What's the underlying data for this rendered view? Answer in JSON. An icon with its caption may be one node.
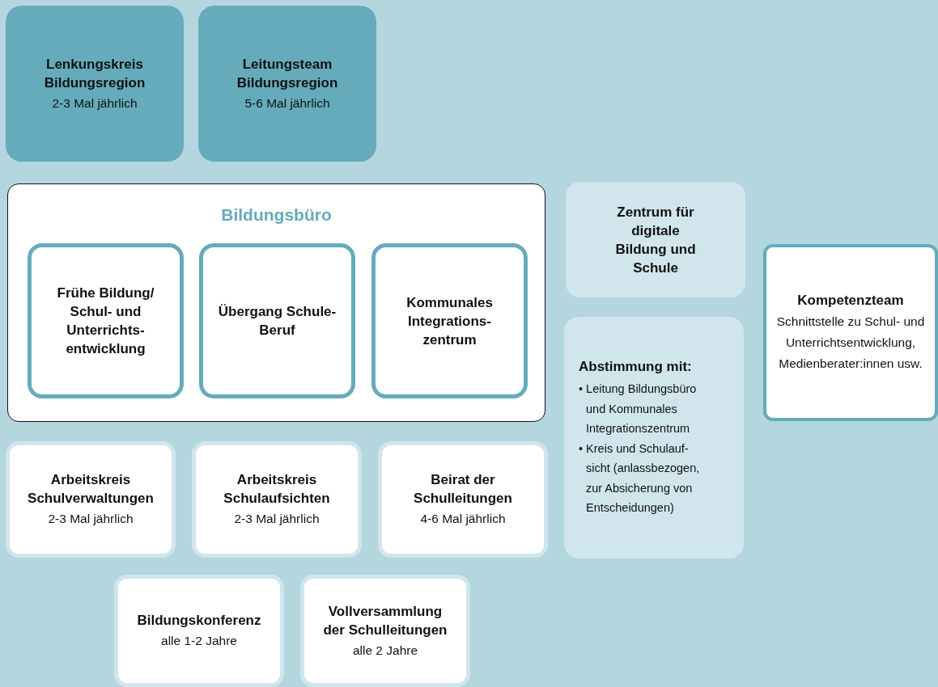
{
  "diagram": {
    "nodes": [
      {
        "text": [
          "Lenkungskreis Bildungsregion",
          "2-3 Mal jährlich"
        ]
      },
      {
        "text": [
          "Leitungsteam Bildungsregion",
          "5-6 Mal jährlich"
        ]
      },
      {
        "text": [
          "Bildungsbüro"
        ]
      },
      {
        "text": [
          "Frühe Bildung/ Schul- und Unterrichts- entwicklung"
        ],
        "in": 2
      },
      {
        "text": [
          "Übergang Schule-Beruf"
        ],
        "in": 2
      },
      {
        "text": [
          "Kommunales Integrations- zentrum"
        ],
        "in": 2
      },
      {
        "text": [
          "Zentrum für digitale Bildung und Schule"
        ]
      },
      {
        "text": [
          "Abstimmung mit:",
          "• Leitung Bildungsbüro und Kommunales Integrationszentrum",
          "• Kreis und Schulauf- sicht (anlassbezogen, zur Absicherung von Entscheidungen)"
        ]
      },
      {
        "text": [
          "Kompetenzteam",
          "Schnittstelle zu Schul- und Unterrichtsentwicklung, Medienberater:innen usw."
        ]
      },
      {
        "text": [
          "Arbeitskreis Schulverwaltungen",
          "2-3 Mal jährlich"
        ]
      },
      {
        "text": [
          "Arbeitskreis Schulaufsichten",
          "2-3 Mal jährlich"
        ]
      },
      {
        "text": [
          "Beirat der Schulleitungen",
          "4-6 Mal jährlich"
        ]
      },
      {
        "text": [
          "Bildungskonferenz",
          "alle 1-2 Jahre"
        ]
      },
      {
        "text": [
          "Vollversammlung der Schulleitungen",
          "alle 2 Jahre"
        ]
      }
    ],
    "edges": []
  }
}
